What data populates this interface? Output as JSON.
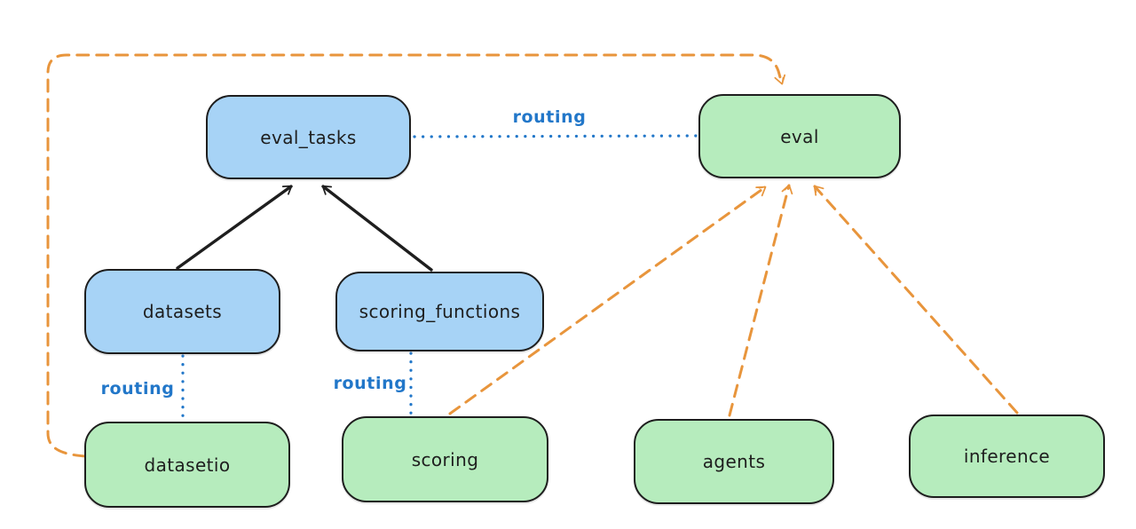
{
  "diagram": {
    "background": "#ffffff",
    "colors": {
      "blue_node_fill": "#a7d3f6",
      "green_node_fill": "#b6ecbd",
      "node_stroke": "#1e1e1e",
      "routing_blue": "#2277c9",
      "orange_dashed": "#e8953c",
      "solid_arrow_black": "#1e1e1e"
    },
    "nodes": [
      {
        "id": "eval_tasks",
        "label": "eval_tasks",
        "fill": "blue"
      },
      {
        "id": "eval",
        "label": "eval",
        "fill": "green"
      },
      {
        "id": "datasets",
        "label": "datasets",
        "fill": "blue"
      },
      {
        "id": "scoring_functions",
        "label": "scoring_functions",
        "fill": "blue"
      },
      {
        "id": "datasetio",
        "label": "datasetio",
        "fill": "green"
      },
      {
        "id": "scoring",
        "label": "scoring",
        "fill": "green"
      },
      {
        "id": "agents",
        "label": "agents",
        "fill": "green"
      },
      {
        "id": "inference",
        "label": "inference",
        "fill": "green"
      }
    ],
    "edges": [
      {
        "from": "datasets",
        "to": "eval_tasks",
        "style": "solid",
        "color": "black",
        "arrow": true,
        "label": ""
      },
      {
        "from": "scoring_functions",
        "to": "eval_tasks",
        "style": "solid",
        "color": "black",
        "arrow": true,
        "label": ""
      },
      {
        "from": "eval_tasks",
        "to": "eval",
        "style": "dotted",
        "color": "blue",
        "arrow": false,
        "label": "routing"
      },
      {
        "from": "datasets",
        "to": "datasetio",
        "style": "dotted",
        "color": "blue",
        "arrow": false,
        "label": "routing"
      },
      {
        "from": "scoring_functions",
        "to": "scoring",
        "style": "dotted",
        "color": "blue",
        "arrow": false,
        "label": "routing"
      },
      {
        "from": "datasetio",
        "to": "eval",
        "style": "dashed",
        "color": "orange",
        "arrow": true,
        "label": ""
      },
      {
        "from": "scoring",
        "to": "eval",
        "style": "dashed",
        "color": "orange",
        "arrow": true,
        "label": ""
      },
      {
        "from": "agents",
        "to": "eval",
        "style": "dashed",
        "color": "orange",
        "arrow": true,
        "label": ""
      },
      {
        "from": "inference",
        "to": "eval",
        "style": "dashed",
        "color": "orange",
        "arrow": true,
        "label": ""
      }
    ]
  }
}
